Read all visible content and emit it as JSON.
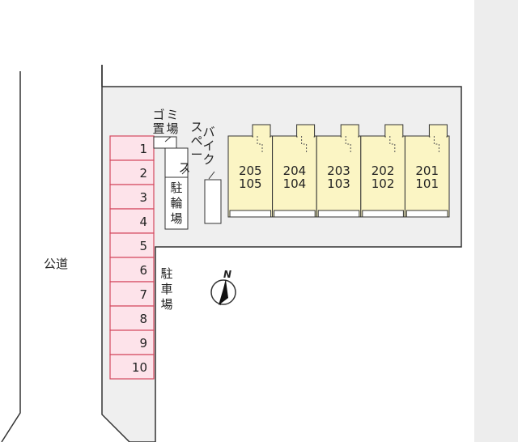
{
  "road_label": "公道",
  "parking_label": "駐車場",
  "bike_parking_label": "駐輪場",
  "bike_space_label": "バイクスペース",
  "garbage_label": "ゴミ置場",
  "north_label": "N",
  "parking_spaces": [
    "1",
    "2",
    "3",
    "4",
    "5",
    "6",
    "7",
    "8",
    "9",
    "10"
  ],
  "units": [
    {
      "upper": "205",
      "lower": "105"
    },
    {
      "upper": "204",
      "lower": "104"
    },
    {
      "upper": "203",
      "lower": "103"
    },
    {
      "upper": "202",
      "lower": "102"
    },
    {
      "upper": "201",
      "lower": "101"
    }
  ],
  "colors": {
    "building_fill": "#fbf5c4",
    "parking_fill": "#fde3ea",
    "parking_stroke": "#d4485e",
    "lot_fill": "#efefef",
    "side_panel": "#ededed"
  }
}
